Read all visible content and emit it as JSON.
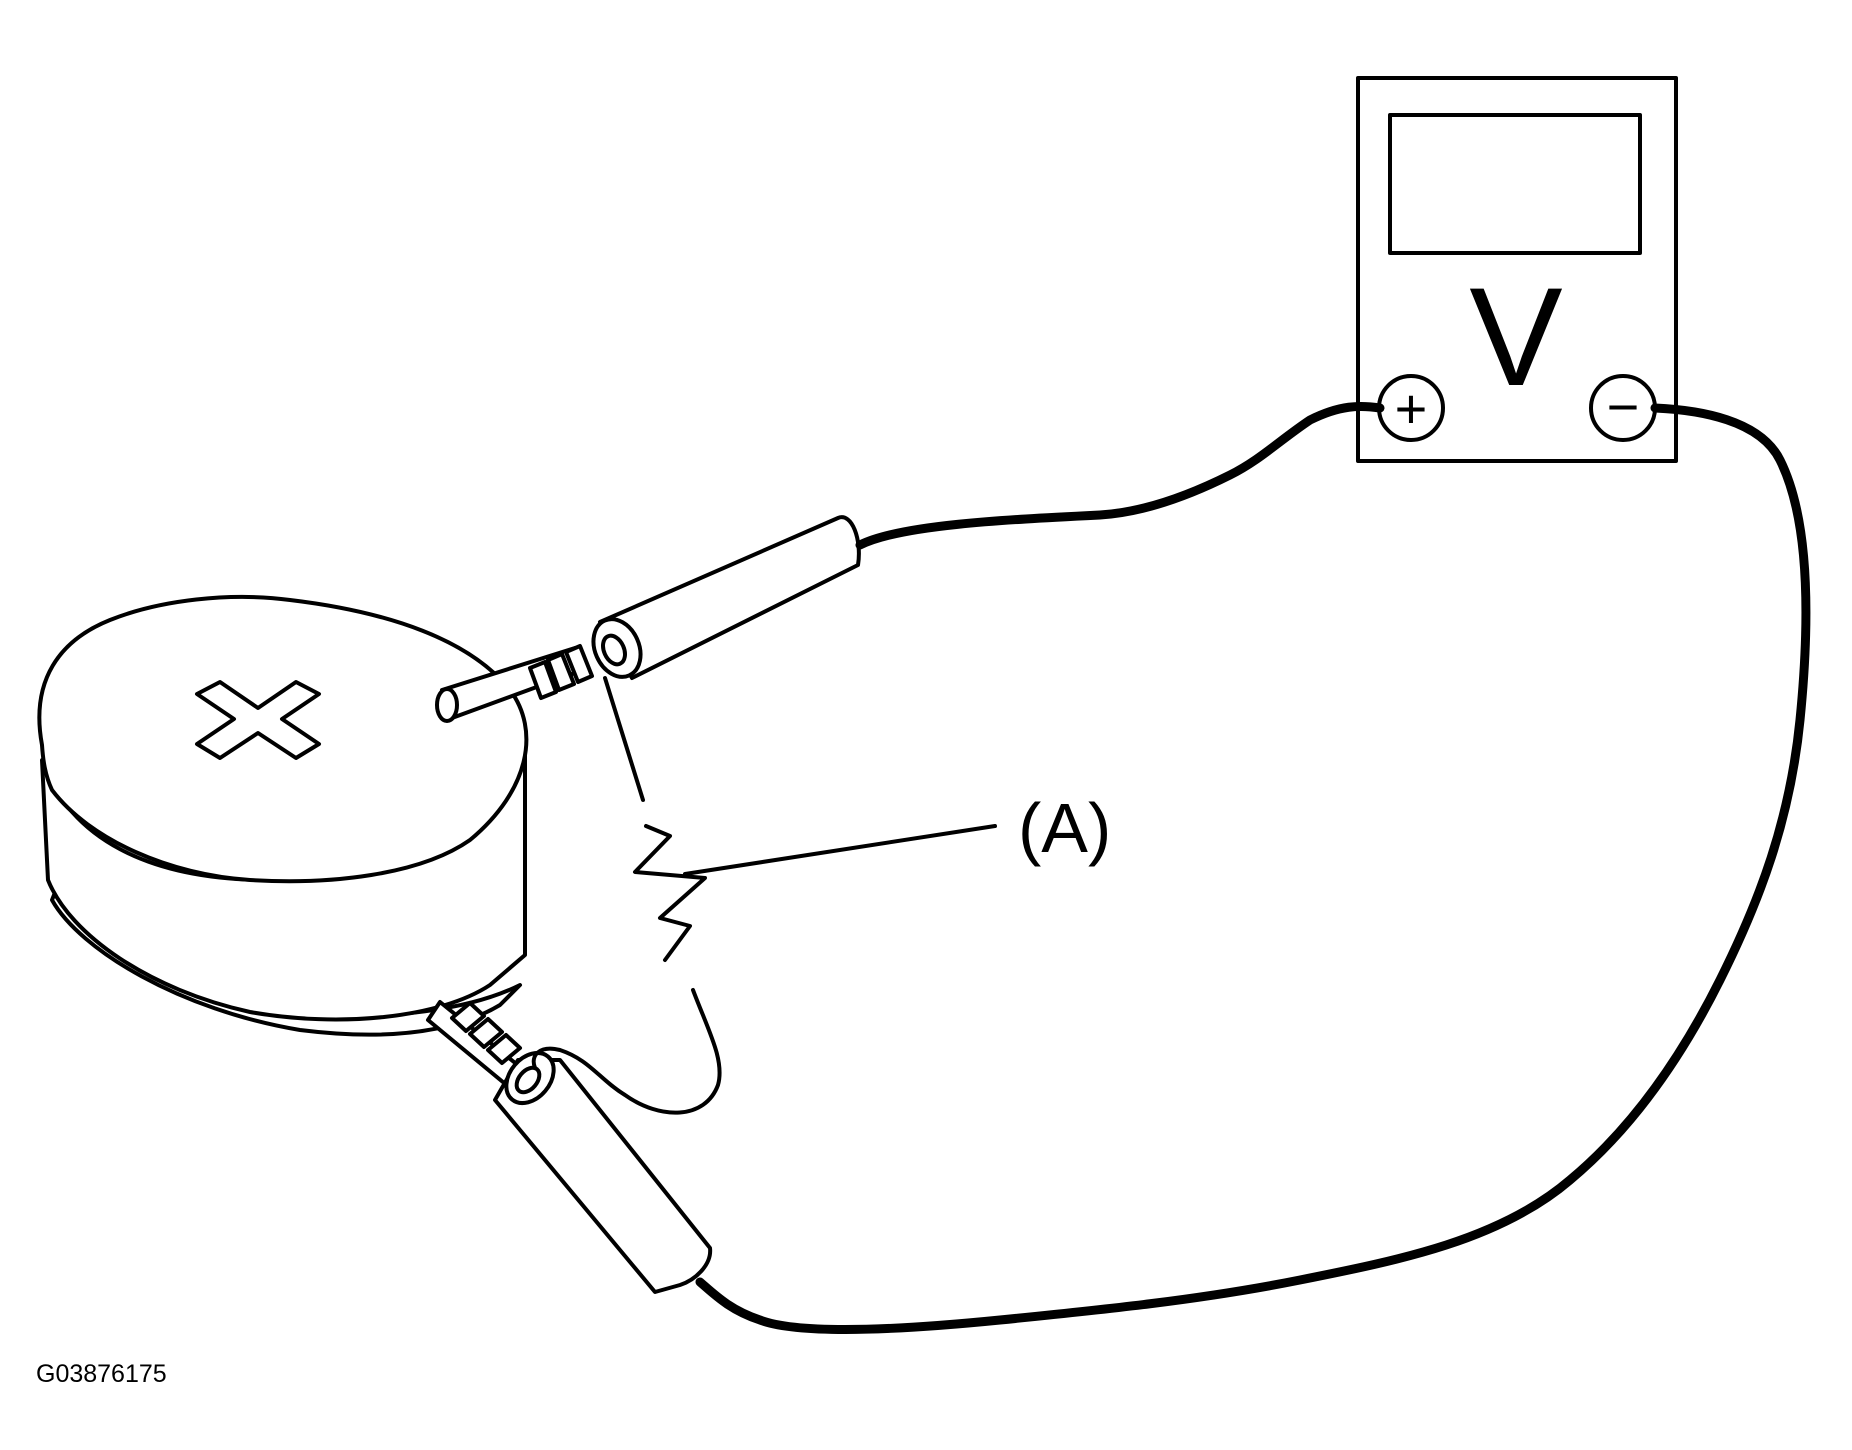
{
  "diagram": {
    "meter": {
      "unit_symbol": "V",
      "positive_terminal": "+",
      "negative_terminal": "−"
    },
    "callout": {
      "label": "(A)"
    },
    "figure_id": "G03876175"
  }
}
